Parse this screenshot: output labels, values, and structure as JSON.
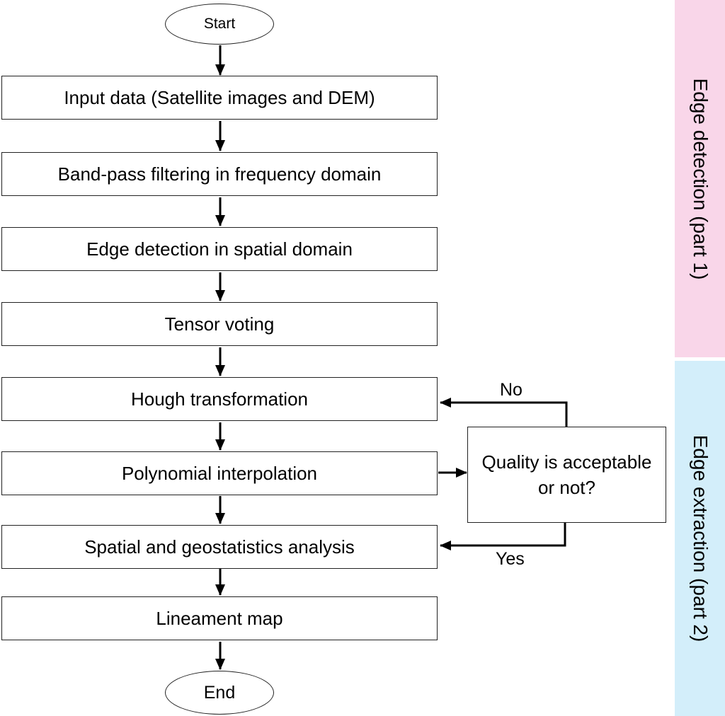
{
  "flowchart": {
    "start": "Start",
    "end": "End",
    "steps": [
      "Input data (Satellite images and DEM)",
      "Band-pass filtering in frequency domain",
      "Edge detection in spatial domain",
      "Tensor voting",
      "Hough transformation",
      "Polynomial interpolation",
      "Spatial and geostatistics analysis",
      "Lineament map"
    ],
    "decision": "Quality is acceptable or not?",
    "decision_no": "No",
    "decision_yes": "Yes"
  },
  "sections": {
    "part1": "Edge detection (part 1)",
    "part2": "Edge extraction (part 2)"
  },
  "colors": {
    "part1_band": "#f9d6e9",
    "part2_band": "#d3eefa",
    "lines": "#000000"
  }
}
